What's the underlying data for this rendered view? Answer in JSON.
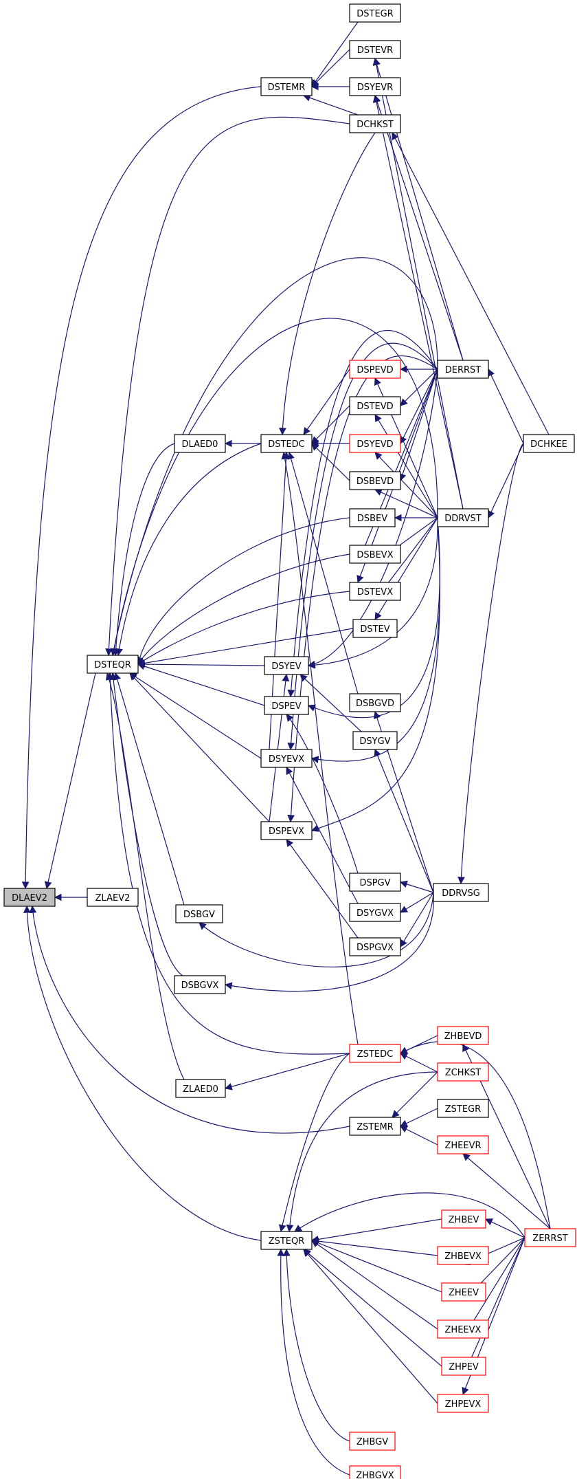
{
  "colors": {
    "edge": "#191970",
    "box_border": "#000000",
    "box_border_undocumented": "#ff0000",
    "root_fill": "#bfbfbf"
  },
  "nodes": {
    "DLAEV2": "DLAEV2",
    "ZLAEV2": "ZLAEV2",
    "DSTEQR": "DSTEQR",
    "DSTEMR": "DSTEMR",
    "DSTEGR": "DSTEGR",
    "DSTEVR": "DSTEVR",
    "DSYEVR": "DSYEVR",
    "DCHKST": "DCHKST",
    "DSPEVD": "DSPEVD",
    "DERRST": "DERRST",
    "DSTEVD": "DSTEVD",
    "DLAED0": "DLAED0",
    "DSTEDC": "DSTEDC",
    "DSYEVD": "DSYEVD",
    "DCHKEE": "DCHKEE",
    "DSBEVD": "DSBEVD",
    "DSBEV": "DSBEV",
    "DDRVST": "DDRVST",
    "DSBEVX": "DSBEVX",
    "DSTEVX": "DSTEVX",
    "DSTEV": "DSTEV",
    "DSYEV": "DSYEV",
    "DSBGVD": "DSBGVD",
    "DSPEV": "DSPEV",
    "DSYGV": "DSYGV",
    "DSYEVX": "DSYEVX",
    "DSPEVX": "DSPEVX",
    "DSPGV": "DSPGV",
    "DDRVSG": "DDRVSG",
    "DSBGV": "DSBGV",
    "DSYGVX": "DSYGVX",
    "DSPGVX": "DSPGVX",
    "DSBGVX": "DSBGVX",
    "ZSTEDC": "ZSTEDC",
    "ZHBEVD": "ZHBEVD",
    "ZCHKST": "ZCHKST",
    "ZLAED0": "ZLAED0",
    "ZSTEMR": "ZSTEMR",
    "ZSTEGR": "ZSTEGR",
    "ZHEEVR": "ZHEEVR",
    "ZHBEV": "ZHBEV",
    "ZERRST": "ZERRST",
    "ZSTEQR": "ZSTEQR",
    "ZHBEVX": "ZHBEVX",
    "ZHEEV": "ZHEEV",
    "ZHEEVX": "ZHEEVX",
    "ZHPEV": "ZHPEV",
    "ZHPEVX": "ZHPEVX",
    "ZHBGV": "ZHBGV",
    "ZHBGVX": "ZHBGVX"
  }
}
